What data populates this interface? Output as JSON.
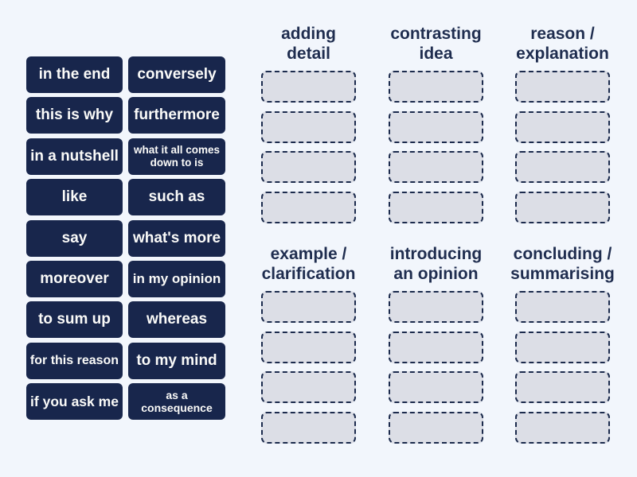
{
  "board": {
    "background_color": "#f2f6fc",
    "tile_color": "#18264c",
    "tile_text_color": "#fafaf8",
    "zone_fill_color": "#dcdee6",
    "zone_border_color": "#1c2b4d",
    "title_text_color": "#1f2d4f"
  },
  "tiles": [
    "in the end",
    "conversely",
    "this is why",
    "furthermore",
    "in a nutshell",
    "what it all comes\ndown to is",
    "like",
    "such as",
    "say",
    "what's more",
    "moreover",
    "in my opinion",
    "to sum up",
    "whereas",
    "for this reason",
    "to my mind",
    "if you ask me",
    "as a\nconsequence"
  ],
  "groups": [
    {
      "title": "adding\ndetail"
    },
    {
      "title": "contrasting\nidea"
    },
    {
      "title": "reason /\nexplanation"
    },
    {
      "title": "example /\nclarification"
    },
    {
      "title": "introducing\nan opinion"
    },
    {
      "title": "concluding /\nsummarising"
    }
  ],
  "drop_zones_per_group": 4
}
